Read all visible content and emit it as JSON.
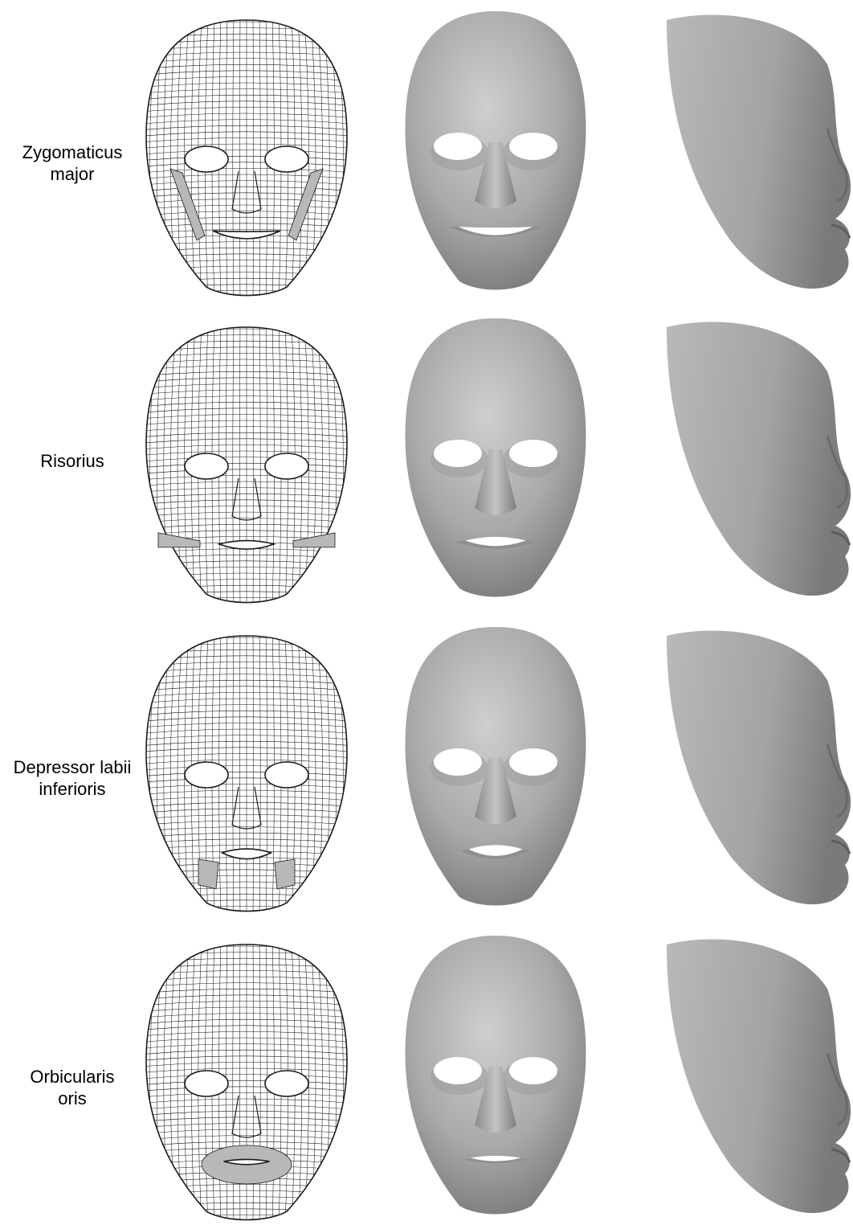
{
  "figure": {
    "rows": [
      {
        "label": "Zygomaticus\nmajor",
        "muscle": "zygomaticus-major",
        "mouth": "smile"
      },
      {
        "label": "Risorius",
        "muscle": "risorius",
        "mouth": "wide"
      },
      {
        "label": "Depressor labii\ninferioris",
        "muscle": "depressor-labii-inferioris",
        "mouth": "lowered"
      },
      {
        "label": "Orbicularis\noris",
        "muscle": "orbicularis-oris",
        "mouth": "pursed"
      }
    ],
    "columns": [
      "wireframe-mesh",
      "shaded-front-view",
      "shaded-side-view"
    ],
    "colors": {
      "background": "#ffffff",
      "mesh_line": "#1a1a1a",
      "muscle_fill": "#b8b8b8",
      "skin_light": "#c9c9c9",
      "skin_dark": "#6e6e6e"
    }
  }
}
